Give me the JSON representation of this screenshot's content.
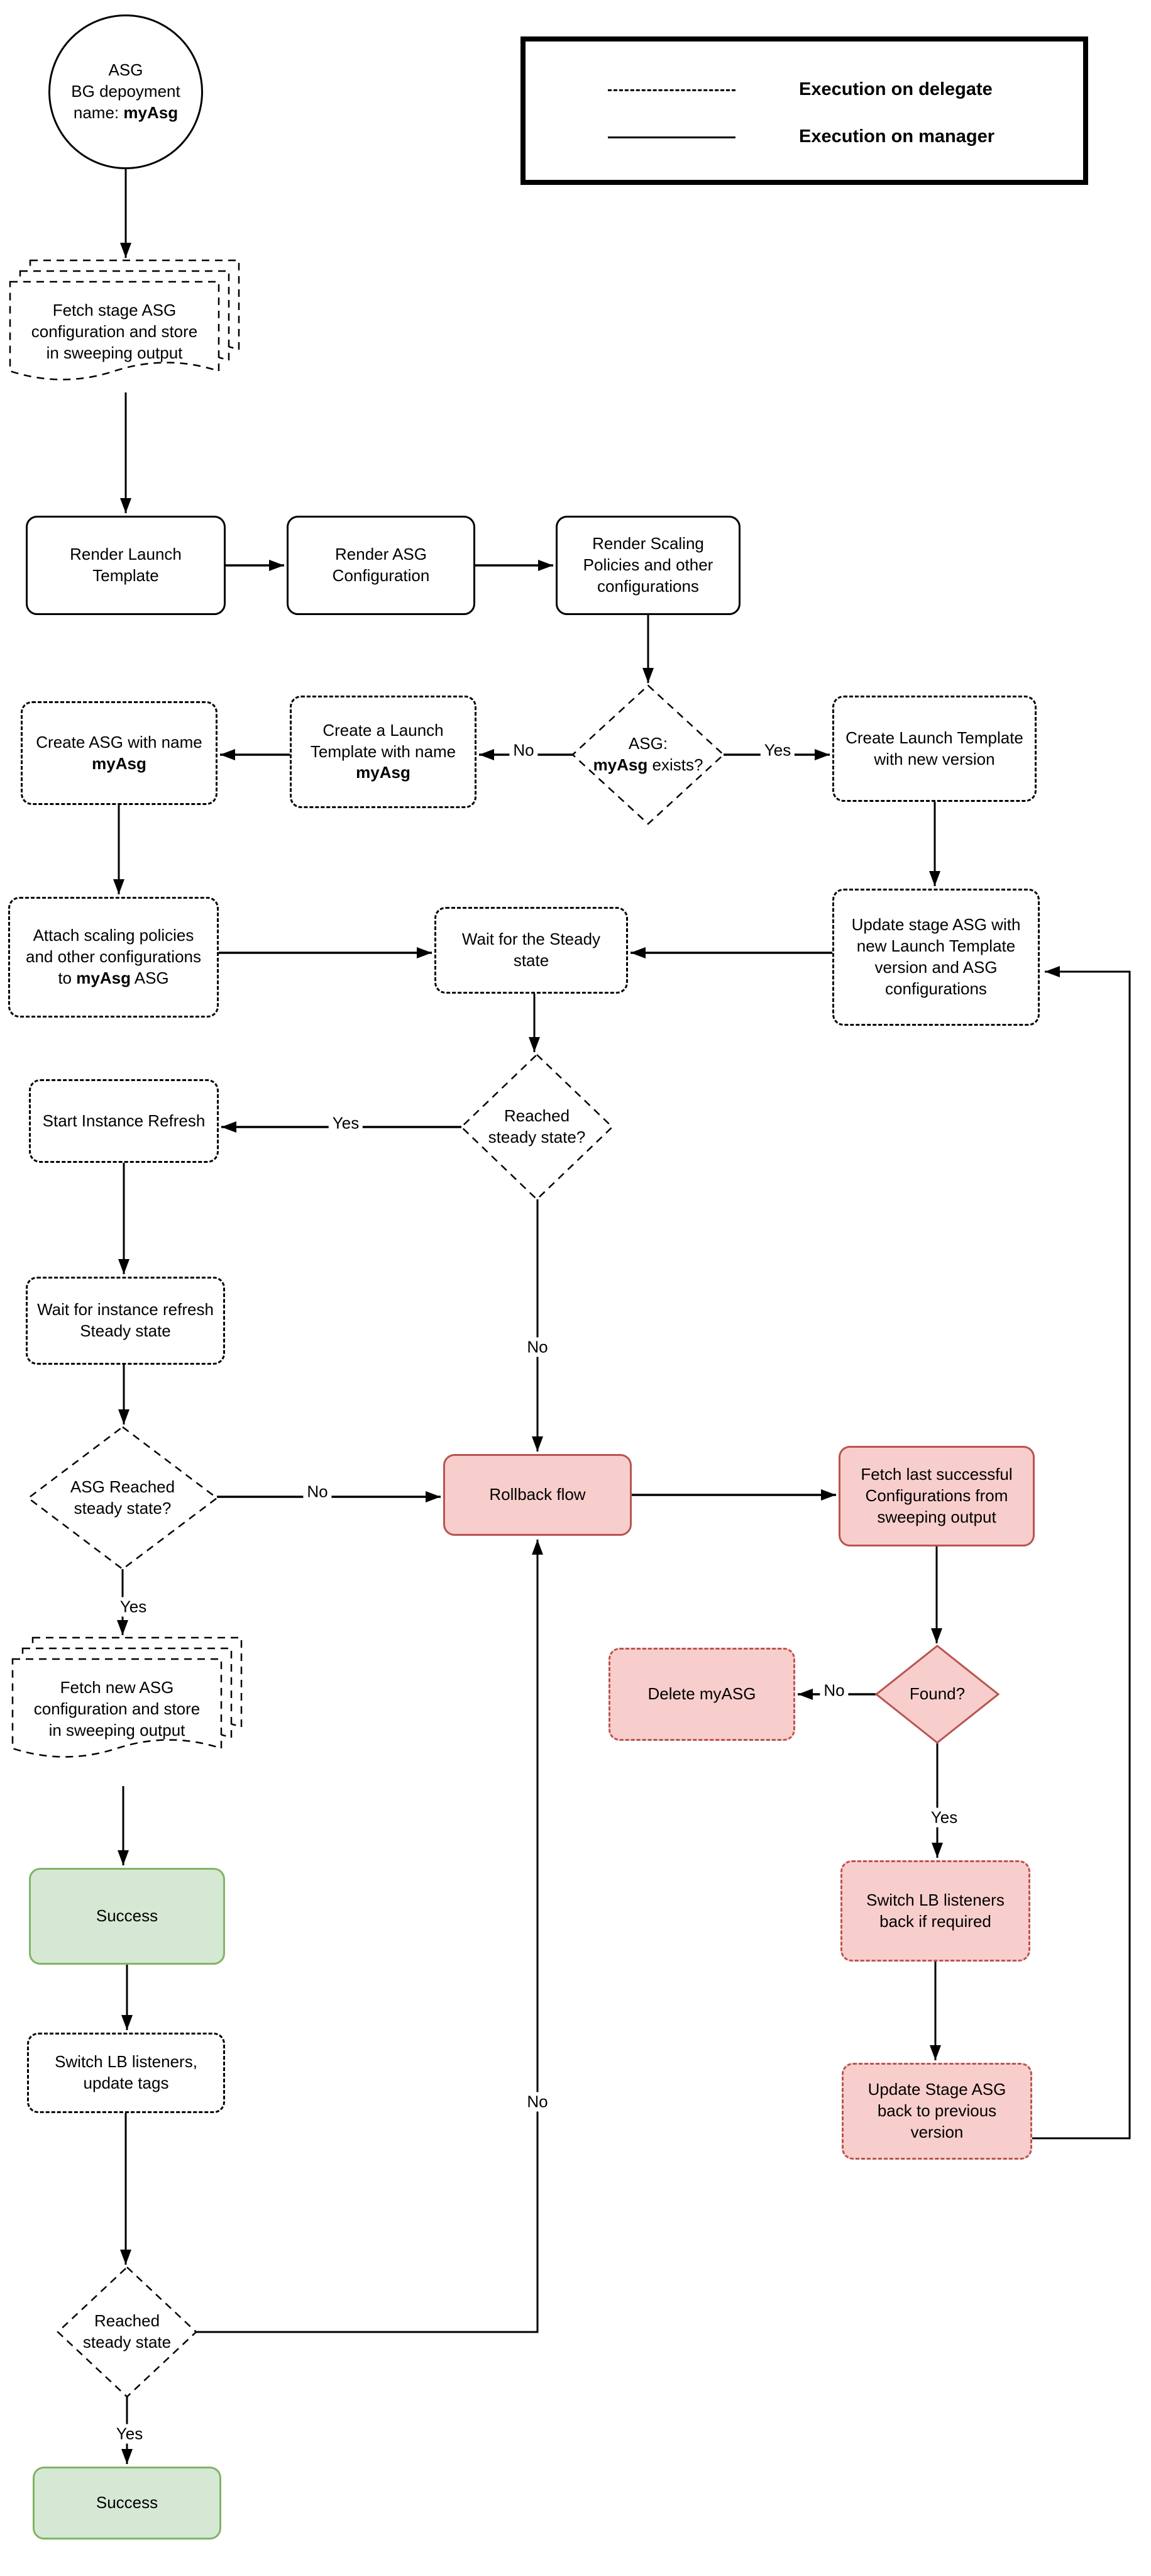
{
  "legend": {
    "delegate": "Execution on delegate",
    "manager": "Execution on manager"
  },
  "colors": {
    "line": "#000000",
    "pink_fill": "#f8cecc",
    "red_border": "#b85450",
    "green_fill": "#d5e8d4",
    "green_border": "#82b366"
  },
  "nodes": {
    "start": {
      "line1": "ASG",
      "line2": "BG depoyment",
      "line3_prefix": "name: ",
      "line3_bold": "myAsg"
    },
    "fetch_stage": {
      "label": "Fetch stage ASG configuration and store in sweeping output"
    },
    "render_launch": {
      "label": "Render Launch Template"
    },
    "render_asg": {
      "label": "Render ASG Configuration"
    },
    "render_scaling": {
      "label": "Render Scaling Policies and other configurations"
    },
    "asg_exists": {
      "line1": "ASG:",
      "bold": "myAsg",
      "suffix": " exists?"
    },
    "create_launch_named": {
      "prefix": "Create a Launch Template with name ",
      "bold": "myAsg"
    },
    "create_asg": {
      "prefix": "Create ASG with name ",
      "bold": "myAsg"
    },
    "create_launch_new": {
      "label": "Create Launch Template with new version"
    },
    "attach_scaling": {
      "prefix": "Attach scaling policies and other configurations to ",
      "bold": "myAsg",
      "suffix": " ASG"
    },
    "wait_steady": {
      "label": "Wait for the Steady state"
    },
    "update_stage": {
      "label": "Update stage ASG with new Launch Template version and ASG configurations"
    },
    "reached_steady": {
      "label": "Reached steady state?"
    },
    "start_refresh": {
      "label": "Start Instance Refresh"
    },
    "wait_refresh": {
      "label": "Wait for instance refresh Steady state"
    },
    "asg_reached": {
      "label": "ASG Reached steady state?"
    },
    "rollback": {
      "label": "Rollback flow"
    },
    "fetch_last": {
      "label": "Fetch last successful Configurations from sweeping output"
    },
    "fetch_new": {
      "label": "Fetch new ASG configuration and store in sweeping output"
    },
    "delete_myasg": {
      "label": "Delete myASG"
    },
    "found": {
      "label": "Found?"
    },
    "success_1": {
      "label": "Success"
    },
    "switch_lb_back": {
      "label": "Switch LB listeners back if required"
    },
    "switch_lb": {
      "label": "Switch LB listeners, update tags"
    },
    "update_stage_back": {
      "label": "Update Stage ASG back to previous version"
    },
    "reached_steady_final": {
      "label": "Reached steady state"
    },
    "success_2": {
      "label": "Success"
    }
  },
  "edge_labels": {
    "exists_no": "No",
    "exists_yes": "Yes",
    "steady_yes": "Yes",
    "steady_no": "No",
    "asg_reached_no": "No",
    "asg_reached_yes": "Yes",
    "found_no": "No",
    "found_yes": "Yes",
    "final_no": "No",
    "final_yes": "Yes"
  }
}
